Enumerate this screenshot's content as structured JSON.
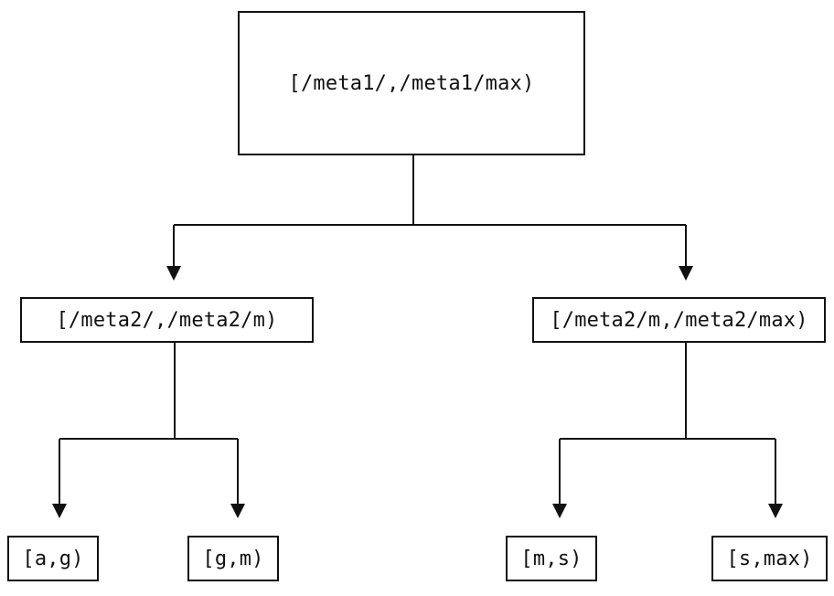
{
  "diagram": {
    "type": "tree",
    "background_color": "#ffffff",
    "line_color": "#111111",
    "node_fill": "#ffffff",
    "nodes": [
      {
        "id": "root",
        "label": "[/meta1/,/meta1/max)"
      },
      {
        "id": "mid_left",
        "label": "[/meta2/,/meta2/m)"
      },
      {
        "id": "mid_right",
        "label": "[/meta2/m,/meta2/max)"
      },
      {
        "id": "leaf_ag",
        "label": "[a,g)"
      },
      {
        "id": "leaf_gm",
        "label": "[g,m)"
      },
      {
        "id": "leaf_ms",
        "label": "[m,s)"
      },
      {
        "id": "leaf_smax",
        "label": "[s,max)"
      }
    ],
    "edges": [
      {
        "from": "root",
        "to": "mid_left"
      },
      {
        "from": "root",
        "to": "mid_right"
      },
      {
        "from": "mid_left",
        "to": "leaf_ag"
      },
      {
        "from": "mid_left",
        "to": "leaf_gm"
      },
      {
        "from": "mid_right",
        "to": "leaf_ms"
      },
      {
        "from": "mid_right",
        "to": "leaf_smax"
      }
    ]
  }
}
